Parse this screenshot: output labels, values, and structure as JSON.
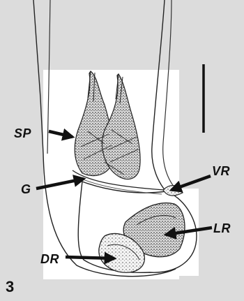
{
  "figure": {
    "number": "3",
    "labels": {
      "sp": "SP",
      "g": "G",
      "vr": "VR",
      "lr": "LR",
      "dr": "DR"
    }
  },
  "colors": {
    "background": "#dcdcdc",
    "panel": "#ffffff",
    "ink": "#111111"
  }
}
